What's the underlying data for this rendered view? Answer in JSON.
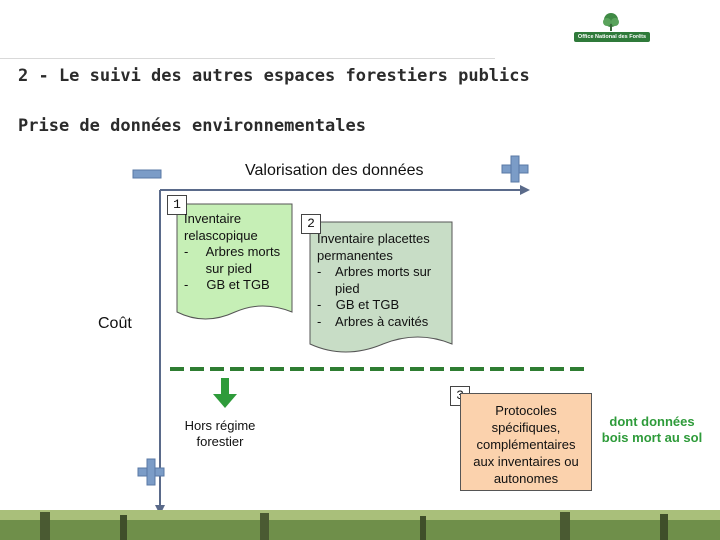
{
  "header": {
    "title": "2 - Le suivi des autres espaces forestiers publics",
    "subtitle": "Prise de données environnementales",
    "logo_text": "Office National des Forêts"
  },
  "diagram": {
    "x_axis_label": "Valorisation des données",
    "y_axis_label": "Coût",
    "minus_symbol": "minus",
    "plus_symbol": "plus",
    "box1": {
      "number": "1",
      "lines": [
        "Inventaire",
        "relascopique",
        "-     Arbres morts",
        "      sur pied",
        "-     GB et TGB"
      ],
      "fill": "#c6efb6"
    },
    "box2": {
      "number": "2",
      "lines": [
        "Inventaire placettes",
        "permanentes",
        "-    Arbres morts sur",
        "     pied",
        "-    GB et TGB",
        "-    Arbres à cavités"
      ],
      "fill": "#c8ddc6"
    },
    "box3": {
      "number": "3",
      "lines": [
        "Protocoles",
        "spécifiques,",
        "complémentaires",
        "aux inventaires ou",
        "autonomes"
      ],
      "fill": "#fbd2ad"
    },
    "hors_regime": [
      "Hors régime",
      "forestier"
    ],
    "dont_note": [
      "dont données",
      "bois mort au sol"
    ],
    "colors": {
      "axis": "#5a6a8a",
      "plus_minus": "#7b9cc7",
      "dashed_line": "#2e7d32",
      "arrow": "#2e9b3a",
      "note": "#2e9b3a"
    }
  }
}
